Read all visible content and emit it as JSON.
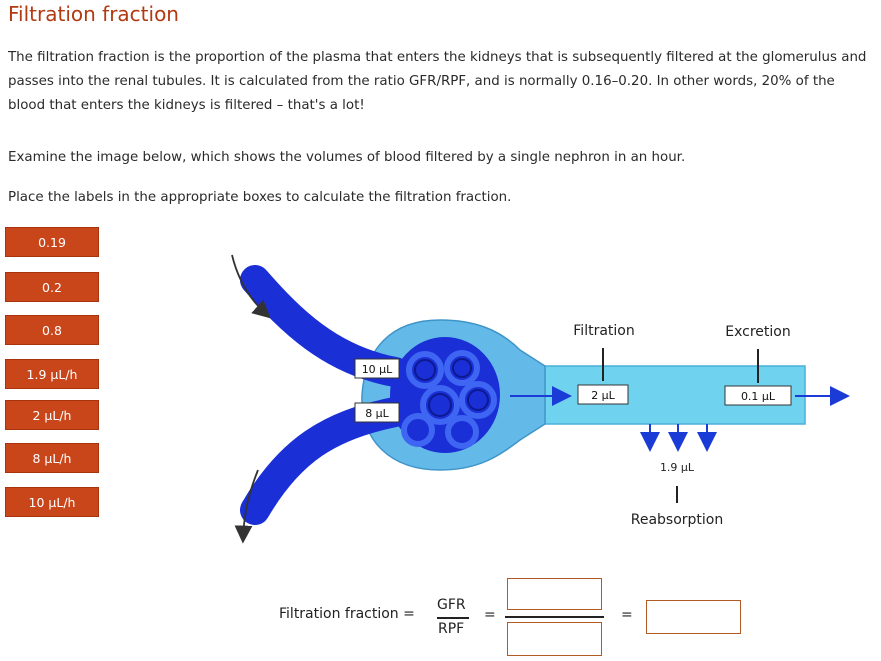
{
  "title": "Filtration fraction",
  "intro": "The filtration fraction is the proportion of the plasma that enters the kidneys that is subsequently filtered at the glomerulus and passes into the renal tubules. It is calculated from the ratio GFR/RPF, and is normally 0.16–0.20. In other words, 20% of the blood that enters the kidneys is filtered – that's a lot!",
  "examine": "Examine the image below, which shows the volumes of blood filtered by a single nephron in an hour.",
  "instruction": "Place the labels in the appropriate boxes to calculate the filtration fraction.",
  "labels": [
    "0.19",
    "0.2",
    "0.8",
    "1.9 µL/h",
    "2 µL/h",
    "8 µL/h",
    "10 µL/h"
  ],
  "colors": {
    "title": "#b23a10",
    "label_bg": "#c9461b",
    "tubule": "#6fd3f0",
    "capsule": "#5eb7e6",
    "vessel": "#1a2fd6",
    "box_border": "#b05a24"
  },
  "diagram": {
    "in_volume": "10 µL",
    "out_volume": "8 µL",
    "filtration_heading": "Filtration",
    "filtration_volume": "2 µL",
    "excretion_heading": "Excretion",
    "excretion_volume": "0.1 µL",
    "reabsorption_volume": "1.9 µL",
    "reabsorption_heading": "Reabsorption"
  },
  "formula": {
    "lhs": "Filtration fraction =",
    "numerator": "GFR",
    "denominator": "RPF",
    "equals": "="
  }
}
